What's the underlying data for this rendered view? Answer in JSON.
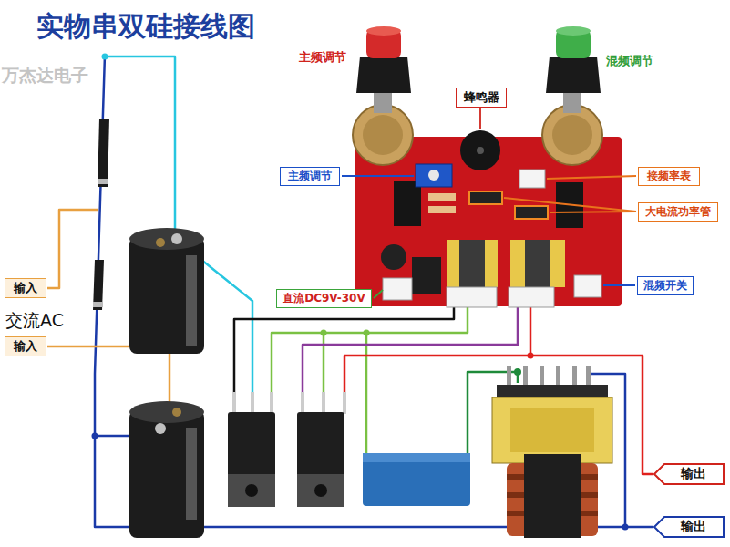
{
  "diagram": {
    "title": "实物串双硅接线图",
    "nodes": [
      {
        "text": [
          "蜂鸣器"
        ]
      },
      {
        "text": [
          "主频调节"
        ]
      },
      {
        "text": [
          "接频率表"
        ]
      },
      {
        "text": [
          "大电流功率管"
        ]
      },
      {
        "text": [
          "直流DC9V-30V"
        ]
      },
      {
        "text": [
          "混频开关"
        ]
      },
      {
        "text": [
          "输入"
        ]
      },
      {
        "text": [
          "输入"
        ]
      },
      {
        "text": [
          "输出"
        ]
      },
      {
        "text": [
          "输出"
        ]
      }
    ],
    "labels": [
      "万杰达电子",
      "主频调节",
      "混频调节",
      "交流AC"
    ]
  }
}
